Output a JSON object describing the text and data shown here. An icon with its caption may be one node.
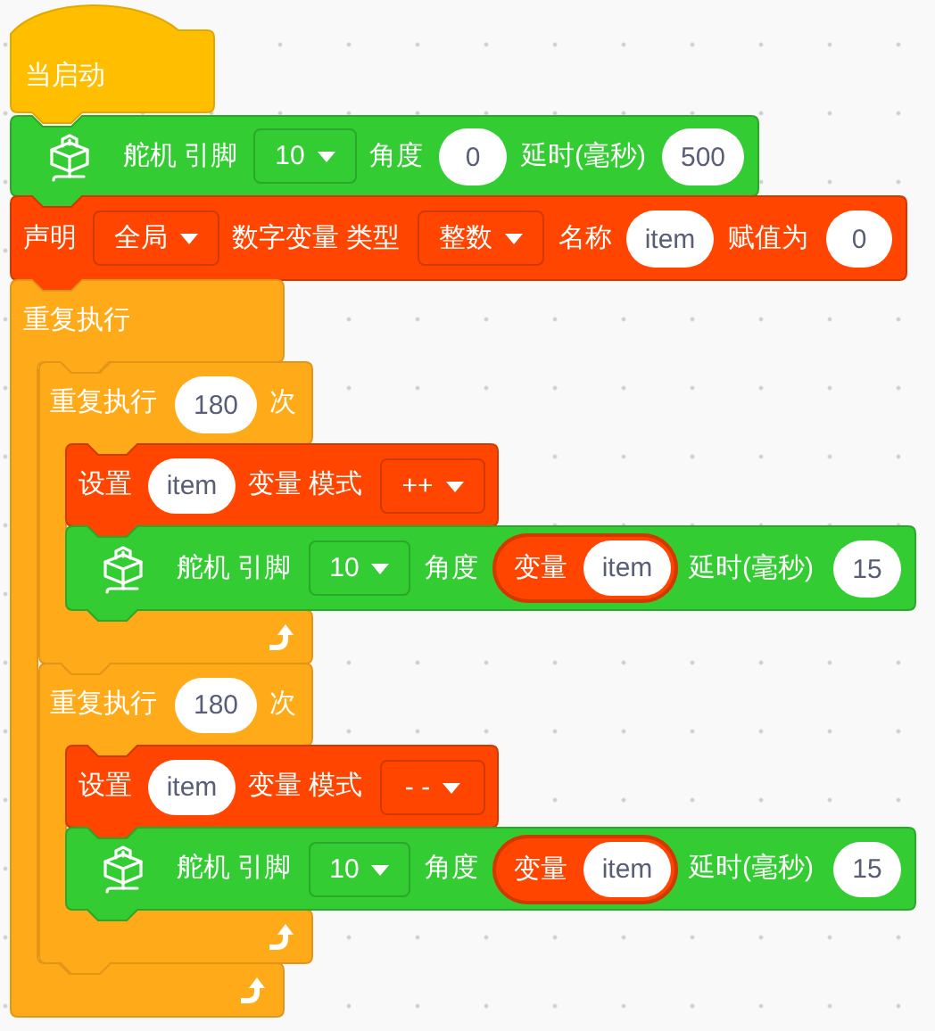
{
  "diagram": {
    "nodes": [
      {
        "text": [
          "当启动"
        ]
      },
      {
        "text": [
          "舵机 引脚",
          "角度",
          "延时(毫秒)"
        ]
      },
      {
        "text": [
          "10"
        ],
        "in": 1
      },
      {
        "text": [
          "0"
        ],
        "in": 1
      },
      {
        "text": [
          "500"
        ],
        "in": 1
      },
      {
        "text": [
          "声明",
          "数字变量 类型",
          "名称",
          "赋值为"
        ]
      },
      {
        "text": [
          "全局"
        ],
        "in": 5
      },
      {
        "text": [
          "整数"
        ],
        "in": 5
      },
      {
        "text": [
          "item"
        ],
        "in": 5
      },
      {
        "text": [
          "0"
        ],
        "in": 5
      },
      {
        "text": [
          "重复执行"
        ]
      },
      {
        "text": [
          "重复执行",
          "次"
        ],
        "in": 10
      },
      {
        "text": [
          "180"
        ],
        "in": 11
      },
      {
        "text": [
          "设置",
          "变量 模式"
        ]
      },
      {
        "text": [
          "item"
        ],
        "in": 13
      },
      {
        "text": [
          "++"
        ],
        "in": 13
      },
      {
        "text": [
          "舵机 引脚",
          "角度",
          "延时(毫秒)"
        ]
      },
      {
        "text": [
          "10"
        ],
        "in": 16
      },
      {
        "text": [
          "变量"
        ],
        "in": 16
      },
      {
        "text": [
          "item"
        ],
        "in": 18
      },
      {
        "text": [
          "15"
        ],
        "in": 16
      },
      {
        "text": [
          "重复执行",
          "次"
        ],
        "in": 10
      },
      {
        "text": [
          "180"
        ],
        "in": 21
      },
      {
        "text": [
          "设置",
          "变量 模式"
        ]
      },
      {
        "text": [
          "item"
        ],
        "in": 23
      },
      {
        "text": [
          "- -"
        ],
        "in": 23
      },
      {
        "text": [
          "舵机 引脚",
          "角度",
          "延时(毫秒)"
        ]
      },
      {
        "text": [
          "10"
        ],
        "in": 26
      },
      {
        "text": [
          "变量"
        ],
        "in": 26
      },
      {
        "text": [
          "item"
        ],
        "in": 28
      },
      {
        "text": [
          "15"
        ],
        "in": 26
      }
    ]
  }
}
